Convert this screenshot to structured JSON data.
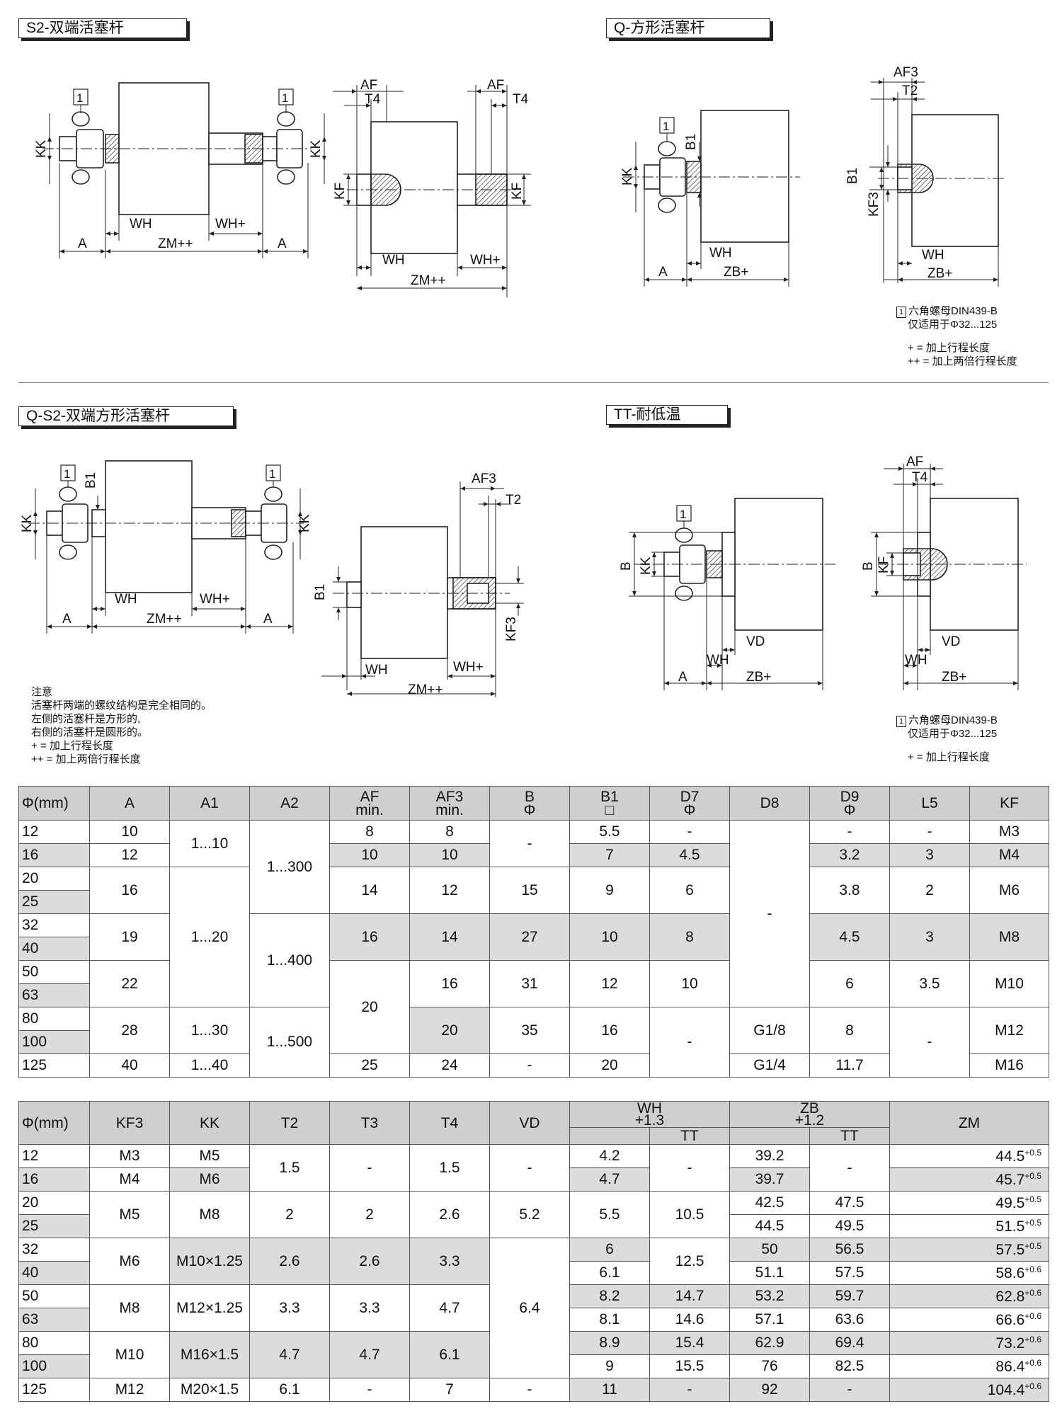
{
  "sections": {
    "s2": "S2-双端活塞杆",
    "q": "Q-方形活塞杆",
    "qs2": "Q-S2-双端方形活塞杆",
    "tt": "TT-耐低温"
  },
  "dim_labels": {
    "kk": "KK",
    "kf": "KF",
    "kf3": "KF3",
    "af": "AF",
    "af3": "AF3",
    "t2": "T2",
    "t4": "T4",
    "wh": "WH",
    "whp": "WH+",
    "a": "A",
    "zmpp": "ZM++",
    "zbp": "ZB+",
    "b": "B",
    "b1": "B1",
    "vd": "VD",
    "callout": "1"
  },
  "legend_top": {
    "nut": "六角螺母DIN439-B",
    "only": "仅适用于Φ32...125",
    "plus": "+ = 加上行程长度",
    "plusplus": "++ = 加上两倍行程长度"
  },
  "legend_mid": {
    "nut": "六角螺母DIN439-B",
    "only": "仅适用于Φ32...125",
    "plus": "+ = 加上行程长度"
  },
  "note": {
    "title": "注意",
    "l1": "活塞杆两端的螺纹结构是完全相同的。",
    "l2": "左侧的活塞杆是方形的,",
    "l3": "右侧的活塞杆是圆形的。",
    "l4": "+ = 加上行程长度",
    "l5": "++ = 加上两倍行程长度"
  },
  "table1": {
    "headers": {
      "d": "Φ(mm)",
      "a": "A",
      "a1": "A1",
      "a2": "A2",
      "af": "AF",
      "af_sub": "min.",
      "af3": "AF3",
      "af3_sub": "min.",
      "b": "B",
      "b_sub": "Φ",
      "b1": "B1",
      "b1_sub": "□",
      "d7": "D7",
      "d7_sub": "Φ",
      "d8": "D8",
      "d9": "D9",
      "d9_sub": "Φ",
      "l5": "L5",
      "kf": "KF"
    },
    "v": {
      "d12": "12",
      "d16": "16",
      "d20": "20",
      "d25": "25",
      "d32": "32",
      "d40": "40",
      "d50": "50",
      "d63": "63",
      "d80": "80",
      "d100": "100",
      "d125": "125",
      "a12": "10",
      "a16": "12",
      "a20": "16",
      "a32": "19",
      "a50": "22",
      "a80": "28",
      "a125": "40",
      "a1_12": "1...10",
      "a1_20": "1...20",
      "a1_80": "1...30",
      "a1_125": "1...40",
      "a2_12": "1...300",
      "a2_32": "1...400",
      "a2_80": "1...500",
      "af12": "8",
      "af16": "10",
      "af20": "14",
      "af32": "16",
      "af50": "20",
      "af125": "25",
      "af3_12": "8",
      "af3_16": "10",
      "af3_20": "12",
      "af3_32": "14",
      "af3_50": "16",
      "af3_80": "20",
      "af3_125": "24",
      "b12": "-",
      "b20": "15",
      "b32": "27",
      "b50": "31",
      "b80": "35",
      "b125": "-",
      "b1_12": "5.5",
      "b1_16": "7",
      "b1_20": "9",
      "b1_32": "10",
      "b1_50": "12",
      "b1_80": "16",
      "b1_125": "20",
      "d7_12": "-",
      "d7_16": "4.5",
      "d7_20": "6",
      "d7_32": "8",
      "d7_50": "10",
      "d7_80": "-",
      "d8_12": "-",
      "d8_80": "G1/8",
      "d8_125": "G1/4",
      "d9_12": "-",
      "d9_16": "3.2",
      "d9_20": "3.8",
      "d9_32": "4.5",
      "d9_50": "6",
      "d9_80": "8",
      "d9_125": "11.7",
      "l5_12": "-",
      "l5_16": "3",
      "l5_20": "2",
      "l5_32": "3",
      "l5_50": "3.5",
      "l5_80": "-",
      "kf12": "M3",
      "kf16": "M4",
      "kf20": "M6",
      "kf32": "M8",
      "kf50": "M10",
      "kf80": "M12",
      "kf125": "M16"
    }
  },
  "table2": {
    "headers": {
      "d": "Φ(mm)",
      "kf3": "KF3",
      "kk": "KK",
      "t2": "T2",
      "t3": "T3",
      "t4": "T4",
      "vd": "VD",
      "wh": "WH",
      "wh_tol": "+1.3",
      "zb": "ZB",
      "zb_tol": "+1.2",
      "tt": "TT",
      "zm": "ZM"
    },
    "v": {
      "d12": "12",
      "d16": "16",
      "d20": "20",
      "d25": "25",
      "d32": "32",
      "d40": "40",
      "d50": "50",
      "d63": "63",
      "d80": "80",
      "d100": "100",
      "d125": "125",
      "kf3_12": "M3",
      "kf3_16": "M4",
      "kf3_20": "M5",
      "kf3_32": "M6",
      "kf3_50": "M8",
      "kf3_80": "M10",
      "kf3_125": "M12",
      "kk12": "M5",
      "kk16": "M6",
      "kk20": "M8",
      "kk32": "M10×1.25",
      "kk50": "M12×1.25",
      "kk80": "M16×1.5",
      "kk125": "M20×1.5",
      "t2_12": "1.5",
      "t2_20": "2",
      "t2_32": "2.6",
      "t2_50": "3.3",
      "t2_80": "4.7",
      "t2_125": "6.1",
      "t3_12": "-",
      "t3_20": "2",
      "t3_32": "2.6",
      "t3_50": "3.3",
      "t3_80": "4.7",
      "t3_125": "-",
      "t4_12": "1.5",
      "t4_20": "2.6",
      "t4_32": "3.3",
      "t4_50": "4.7",
      "t4_80": "6.1",
      "t4_125": "7",
      "vd12": "-",
      "vd20": "5.2",
      "vd32": "6.4",
      "vd125": "-",
      "wh12": "4.2",
      "wh16": "4.7",
      "wh20": "5.5",
      "wh32": "6",
      "wh40": "6.1",
      "wh50": "8.2",
      "wh63": "8.1",
      "wh80": "8.9",
      "wh100": "9",
      "wh125": "11",
      "whtt12": "-",
      "whtt20": "10.5",
      "whtt32": "12.5",
      "whtt50": "14.7",
      "whtt63": "14.6",
      "whtt80": "15.4",
      "whtt100": "15.5",
      "whtt125": "-",
      "zb12": "39.2",
      "zb16": "39.7",
      "zb20": "42.5",
      "zb25": "44.5",
      "zb32": "50",
      "zb40": "51.1",
      "zb50": "53.2",
      "zb63": "57.1",
      "zb80": "62.9",
      "zb100": "76",
      "zb125": "92",
      "zbtt12": "-",
      "zbtt20": "47.5",
      "zbtt25": "49.5",
      "zbtt32": "56.5",
      "zbtt40": "57.5",
      "zbtt50": "59.7",
      "zbtt63": "63.6",
      "zbtt80": "69.4",
      "zbtt100": "82.5",
      "zbtt125": "-",
      "zm12": "44.5",
      "zm16": "45.7",
      "zm20": "49.5",
      "zm25": "51.5",
      "zm32": "57.5",
      "zm40": "58.6",
      "zm50": "62.8",
      "zm63": "66.6",
      "zm80": "73.2",
      "zm100": "86.4",
      "zm125": "104.4",
      "tol05": "+0.5",
      "tol06": "+0.6"
    }
  }
}
